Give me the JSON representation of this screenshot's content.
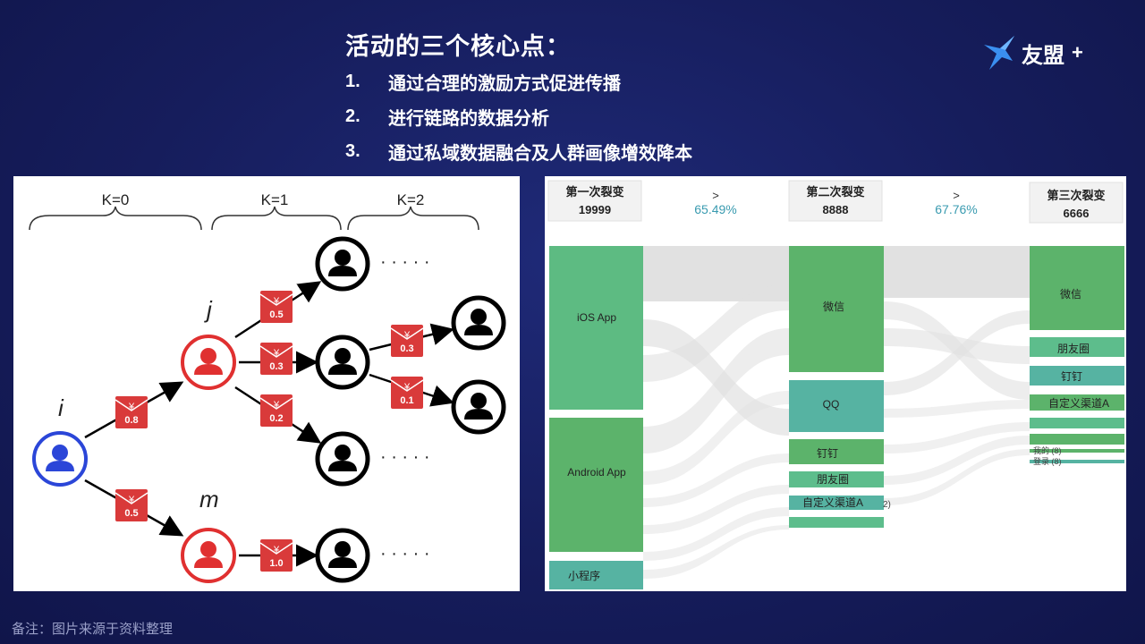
{
  "slide": {
    "title": "活动的三个核心点：",
    "points": [
      {
        "num": "1.",
        "text": "通过合理的激励方式促进传播"
      },
      {
        "num": "2.",
        "text": "进行链路的数据分析"
      },
      {
        "num": "3.",
        "text": "通过私域数据融合及人群画像增效降本"
      }
    ],
    "logo_text": "友盟",
    "logo_plus": "+",
    "footnote": "备注：图片来源于资料整理"
  },
  "diagram": {
    "levels": [
      "K=0",
      "K=1",
      "K=2"
    ],
    "node_labels": {
      "i": "i",
      "j": "j",
      "m": "m"
    },
    "envelopes": [
      "0.8",
      "0.5",
      "0.5",
      "0.3",
      "0.2",
      "0.3",
      "0.1",
      "1.0"
    ],
    "envelope_symbol": "¥",
    "ellipsis": "· · · · ·",
    "colors": {
      "blue": "#2b46d8",
      "red": "#e03030",
      "envelope": "#d93a3a",
      "black": "#000000"
    }
  },
  "funnel": {
    "stages": [
      {
        "name": "第一次裂变",
        "value": "19999"
      },
      {
        "name": "第二次裂变",
        "value": "8888"
      },
      {
        "name": "第三次裂变",
        "value": "6666"
      }
    ],
    "conversions": [
      {
        "arrow": ">",
        "rate": "65.49%"
      },
      {
        "arrow": ">",
        "rate": "67.76%"
      }
    ],
    "stage1_nodes": [
      "iOS App",
      "Android App",
      "小程序"
    ],
    "stage2_nodes": [
      "微信",
      "QQ",
      "钉钉",
      "朋友圈",
      "自定义渠道A"
    ],
    "stage2_extra": "2)",
    "stage3_nodes": [
      "微信",
      "朋友圈",
      "钉钉",
      "自定义渠道A",
      "",
      "",
      "我的 (8)",
      "登录 (8)"
    ],
    "colors": {
      "green": "#5cb36b",
      "teal": "#56b3a2",
      "mid": "#5dbd8c",
      "flow": "#d9d9d9",
      "rate": "#3a9bb0"
    }
  }
}
